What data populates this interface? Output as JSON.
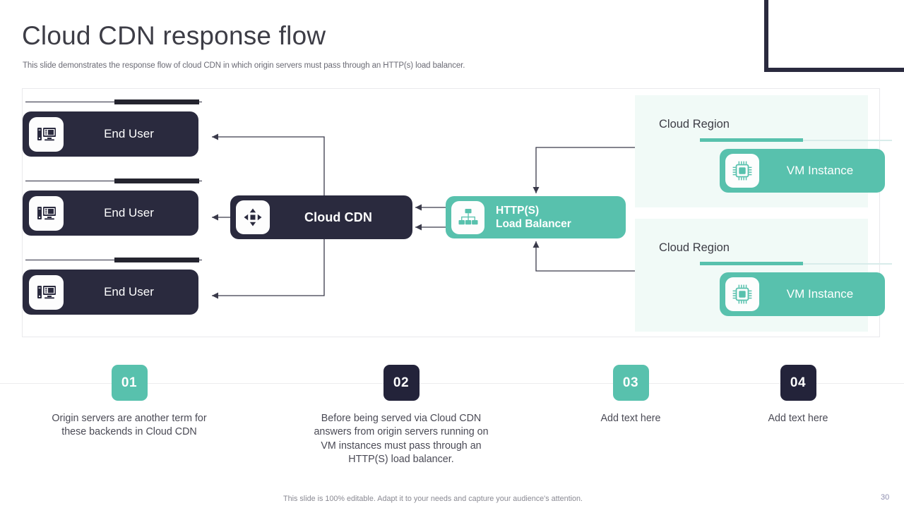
{
  "header": {
    "title": "Cloud CDN response flow",
    "subtitle": "This slide demonstrates the response flow of cloud CDN in which origin servers must pass through an HTTP(s) load balancer."
  },
  "diagram": {
    "end_users": [
      {
        "label": "End User",
        "icon": "desktop-computer-icon"
      },
      {
        "label": "End User",
        "icon": "desktop-computer-icon"
      },
      {
        "label": "End User",
        "icon": "desktop-computer-icon"
      }
    ],
    "cdn": {
      "label": "Cloud CDN",
      "icon": "cdn-distribute-icon"
    },
    "load_balancer": {
      "line1": "HTTP(S)",
      "line2": "Load Balancer",
      "icon": "hierarchy-tree-icon"
    },
    "regions": [
      {
        "title": "Cloud Region",
        "vm_label": "VM Instance",
        "icon": "cpu-chip-icon"
      },
      {
        "title": "Cloud Region",
        "vm_label": "VM Instance",
        "icon": "cpu-chip-icon"
      }
    ]
  },
  "steps": [
    {
      "number": "01",
      "style": "teal",
      "text": "Origin servers are another term for these backends in Cloud CDN"
    },
    {
      "number": "02",
      "style": "navy",
      "text": "Before being served via Cloud CDN answers from origin servers running on VM instances must pass through an HTTP(S) load balancer."
    },
    {
      "number": "03",
      "style": "teal",
      "text": "Add text here"
    },
    {
      "number": "04",
      "style": "navy",
      "text": "Add text here"
    }
  ],
  "footer": {
    "note": "This slide is 100% editable. Adapt it to your needs and capture your audience's attention.",
    "page_number": "30"
  },
  "colors": {
    "teal": "#58c1ad",
    "navy": "#2a2a3e",
    "region_bg": "#f1faf7"
  }
}
